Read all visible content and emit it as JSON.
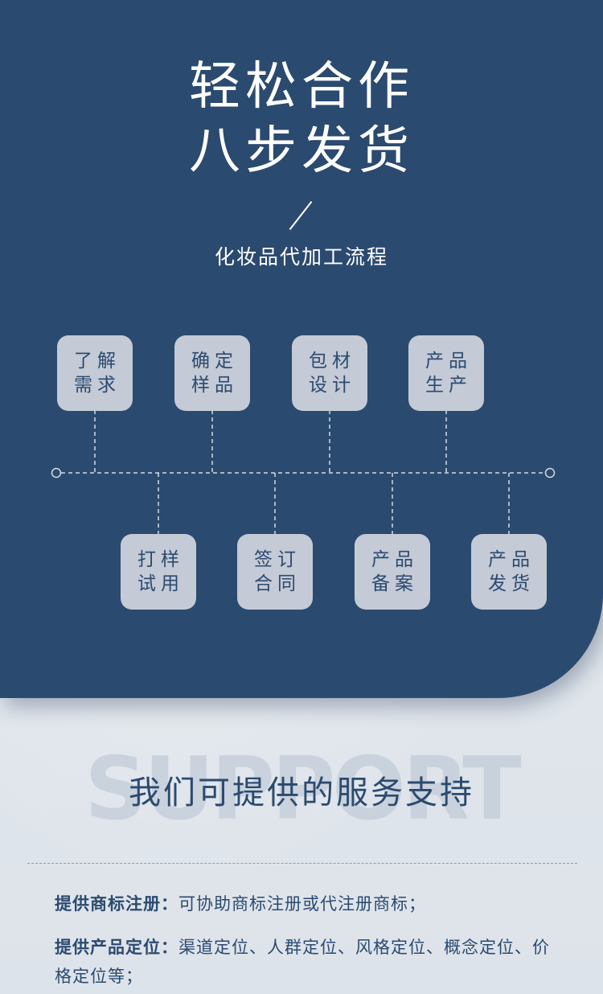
{
  "header": {
    "title_line1": "轻松合作",
    "title_line2": "八步发货",
    "subtitle": "化妆品代加工流程"
  },
  "flow": {
    "top_steps": [
      {
        "line1": "了解",
        "line2": "需求"
      },
      {
        "line1": "确定",
        "line2": "样品"
      },
      {
        "line1": "包材",
        "line2": "设计"
      },
      {
        "line1": "产品",
        "line2": "生产"
      }
    ],
    "bottom_steps": [
      {
        "line1": "打样",
        "line2": "试用"
      },
      {
        "line1": "签订",
        "line2": "合同"
      },
      {
        "line1": "产品",
        "line2": "备案"
      },
      {
        "line1": "产品",
        "line2": "发货"
      }
    ]
  },
  "support": {
    "watermark": "SUPPORT",
    "title": "我们可提供的服务支持",
    "items": [
      {
        "label": "提供商标注册：",
        "text": "可协助商标注册或代注册商标；"
      },
      {
        "label": "提供产品定位：",
        "text": "渠道定位、人群定位、风格定位、概念定位、价格定位等；"
      }
    ]
  },
  "colors": {
    "panel": "#2b4a6f",
    "box": "#c4cad6",
    "text_dark": "#2b4a6f"
  }
}
